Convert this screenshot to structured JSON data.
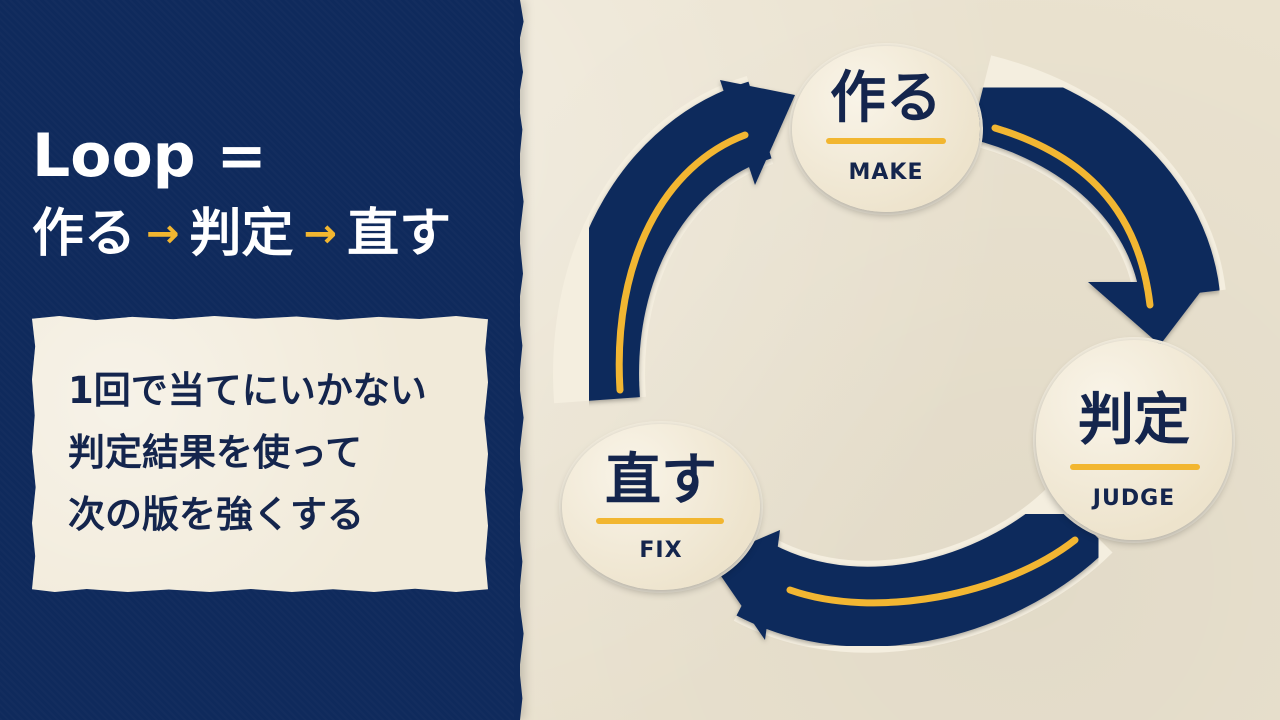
{
  "headline": {
    "line1": "Loop =",
    "step1": "作る",
    "arrow": "→",
    "step2": "判定",
    "step3": "直す"
  },
  "note": {
    "lines": [
      "1回で当てにいかない",
      "判定結果を使って",
      "次の版を強くする"
    ]
  },
  "cycle": {
    "nodes": [
      {
        "jp": "作る",
        "en": "MAKE"
      },
      {
        "jp": "判定",
        "en": "JUDGE"
      },
      {
        "jp": "直す",
        "en": "FIX"
      }
    ]
  },
  "colors": {
    "navy": "#0f2a5c",
    "accent_yellow": "#f2b630",
    "paper": "#ebe3d0",
    "card": "#f1ead9"
  }
}
